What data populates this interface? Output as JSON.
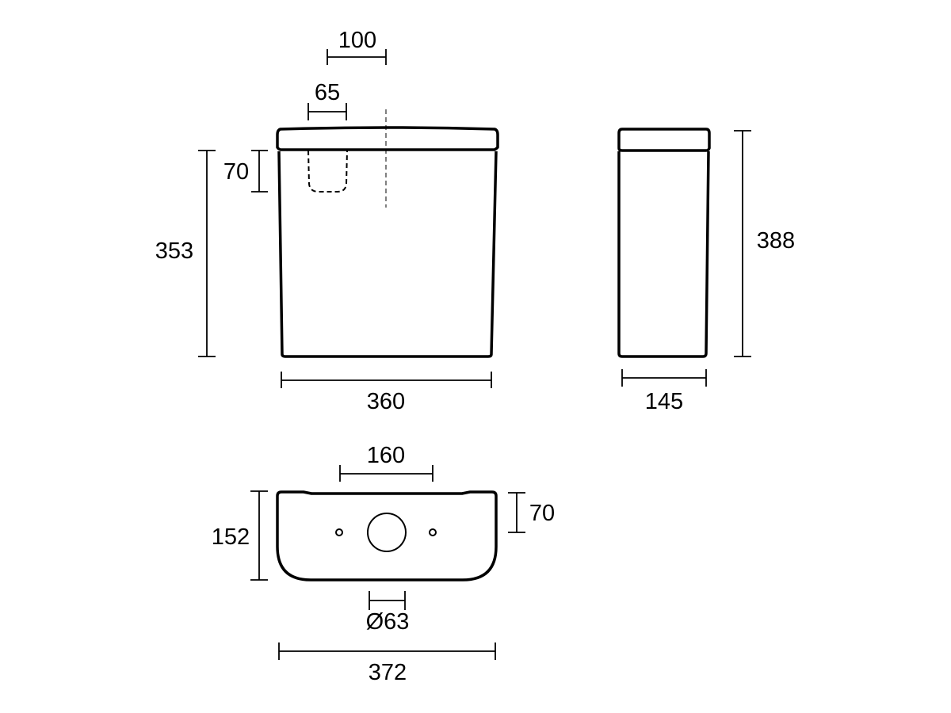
{
  "title": "Cistern dimension drawing",
  "front_view": {
    "dims": {
      "inlet_offset": "100",
      "cutout_width": "65",
      "cutout_depth": "70",
      "height": "353",
      "width": "360"
    }
  },
  "side_view": {
    "dims": {
      "height": "388",
      "depth": "145"
    }
  },
  "bottom_view": {
    "dims": {
      "hole_spacing": "160",
      "outlet_offset": "70",
      "depth": "152",
      "outlet_diameter": "Ø63",
      "width": "372"
    }
  }
}
